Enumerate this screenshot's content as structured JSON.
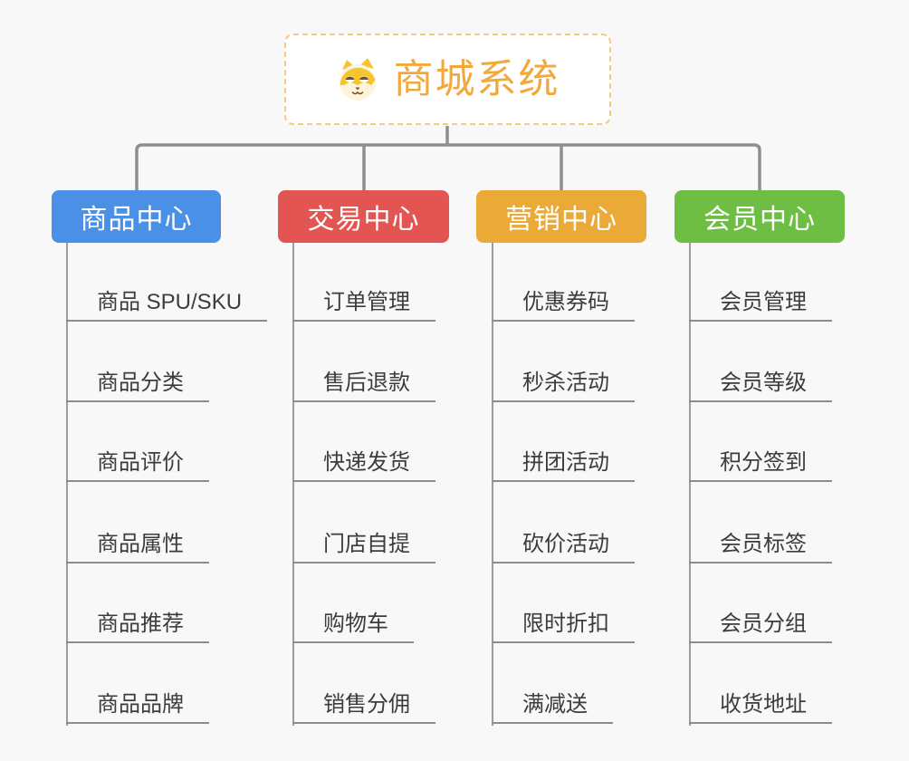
{
  "root": {
    "title": "商城系统",
    "icon": "dog-face-icon"
  },
  "branches": [
    {
      "label": "商品中心",
      "color": "#4b90e7",
      "children": [
        "商品 SPU/SKU",
        "商品分类",
        "商品评价",
        "商品属性",
        "商品推荐",
        "商品品牌"
      ]
    },
    {
      "label": "交易中心",
      "color": "#e25553",
      "children": [
        "订单管理",
        "售后退款",
        "快递发货",
        "门店自提",
        "购物车",
        "销售分佣"
      ]
    },
    {
      "label": "营销中心",
      "color": "#eba938",
      "children": [
        "优惠券码",
        "秒杀活动",
        "拼团活动",
        "砍价活动",
        "限时折扣",
        "满减送"
      ]
    },
    {
      "label": "会员中心",
      "color": "#6ebe43",
      "children": [
        "会员管理",
        "会员等级",
        "积分签到",
        "会员标签",
        "会员分组",
        "收货地址"
      ]
    }
  ],
  "colors": {
    "background": "#f8f8f8",
    "root_accent": "#f1a83d",
    "root_border": "#f5c97f",
    "connector_gray": "#8f8f8f",
    "leaf_underline": "#8c8c8c",
    "leaf_text": "#3c3c3c"
  }
}
